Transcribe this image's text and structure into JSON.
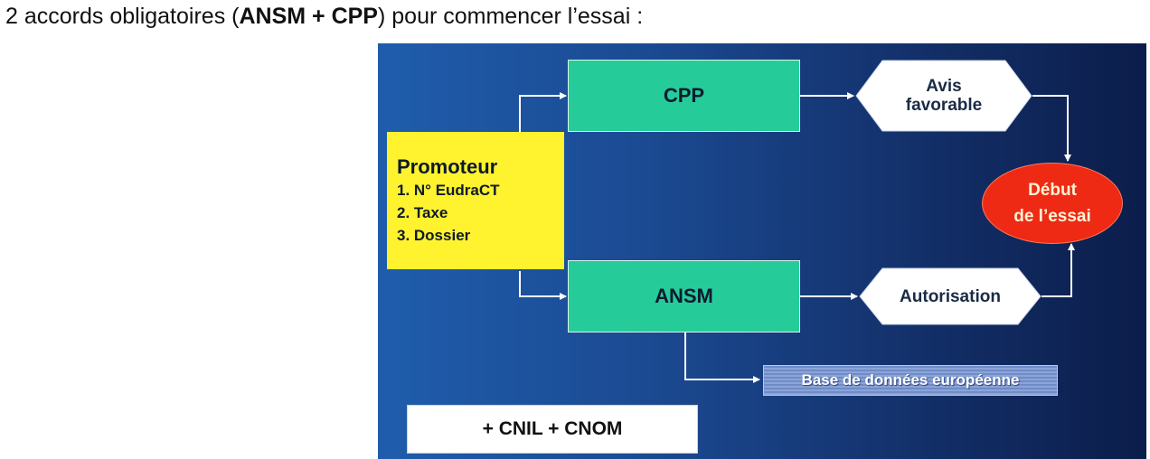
{
  "heading": {
    "part1": "2 accords obligatoires (",
    "bold1": "ANSM",
    "plus": " + ",
    "bold2": "CPP",
    "part2": ") pour commencer l’essai :"
  },
  "diagram": {
    "promoteur": {
      "title": "Promoteur",
      "items": [
        "1. N°  EudraCT",
        "2. Taxe",
        "3. Dossier"
      ]
    },
    "cpp": "CPP",
    "ansm": "ANSM",
    "avis": {
      "line1": "Avis",
      "line2": "favorable"
    },
    "autorisation": "Autorisation",
    "debut": {
      "line1": "Début",
      "line2": "de l’essai"
    },
    "database": "Base de données européenne",
    "footer": "+ CNIL + CNOM"
  },
  "colors": {
    "background_left": "#1f5dac",
    "background_right": "#0b1d4a",
    "green_box": "#25cc9a",
    "yellow_box": "#fff22e",
    "red_oval": "#ee2a14",
    "connector": "#ffffff"
  }
}
